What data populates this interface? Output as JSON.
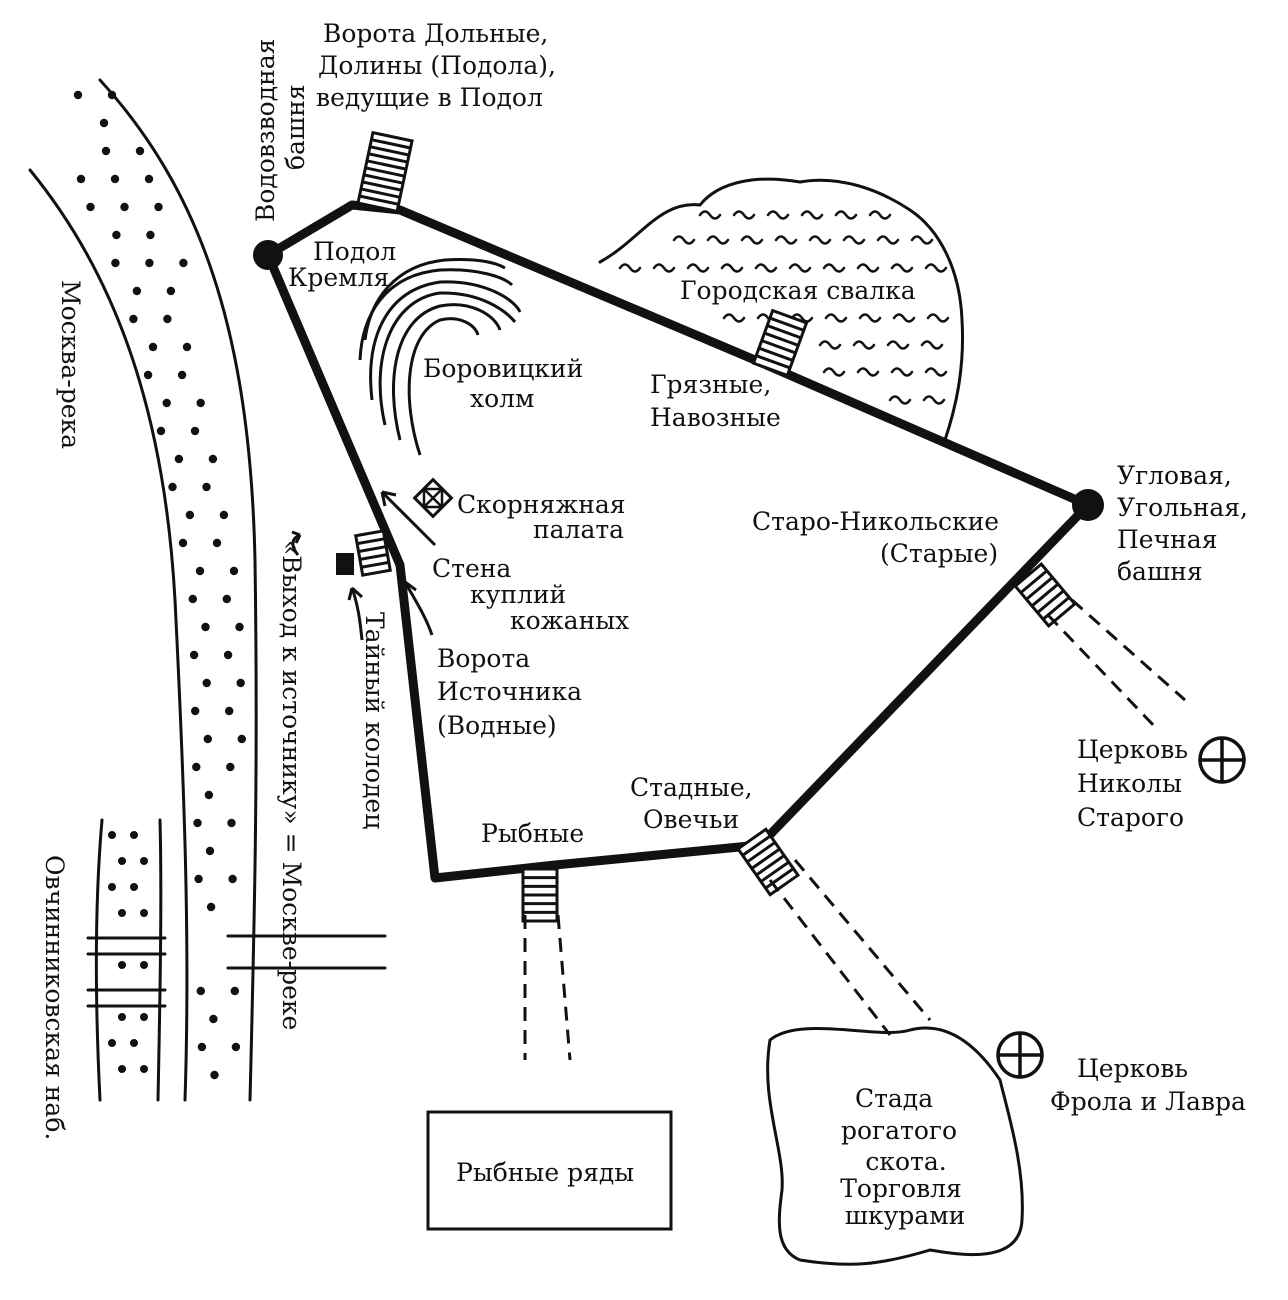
{
  "labels": {
    "gate_dolnye": [
      "Ворота Дольные,",
      "Долины (Подола),",
      "ведущие в Подол"
    ],
    "vodovzvodnaya": [
      "Водовзводная",
      "башня"
    ],
    "podol": [
      "Подол",
      "Кремля"
    ],
    "borovitsky": [
      "Боровицкий",
      "холм"
    ],
    "svalka": "Городская свалка",
    "gryaznye": [
      "Грязные,",
      "Навозные"
    ],
    "uglovaya": [
      "Угловая,",
      "Угольная,",
      "Печная",
      "башня"
    ],
    "staro_nikolskie": [
      "Старо-Никольские",
      "(Старые)"
    ],
    "skornyazhnaya": [
      "Скорняжная",
      "палата"
    ],
    "stena": [
      "Стена",
      "куплий",
      "кожаных"
    ],
    "vorota_istochnika": [
      "Ворота",
      "Источника",
      "(Водные)"
    ],
    "tayny_kolodets": "Тайный колодец",
    "vyhod": "«Выход к источнику» = Москве-реке",
    "moskva_reka": "Москва-река",
    "ovchinnikovskaya": "Овчинниковская наб.",
    "rybnye": "Рыбные",
    "stadnye": [
      "Стадные,",
      "Овечьи"
    ],
    "tserkov_nikoly": [
      "Церковь",
      "Николы",
      "Старого"
    ],
    "tserkov_frola": [
      "Церковь",
      "Фрола и Лавра"
    ],
    "stada": [
      "Стада",
      "рогатого",
      "скота.",
      "Торговля",
      "шкурами"
    ],
    "rybnye_ryady": "Рыбные ряды"
  },
  "icons": {
    "church": "circle-cross-icon",
    "gate": "ladder-gate-icon",
    "tower": "filled-circle-icon",
    "chamber": "crossed-square-icon"
  }
}
